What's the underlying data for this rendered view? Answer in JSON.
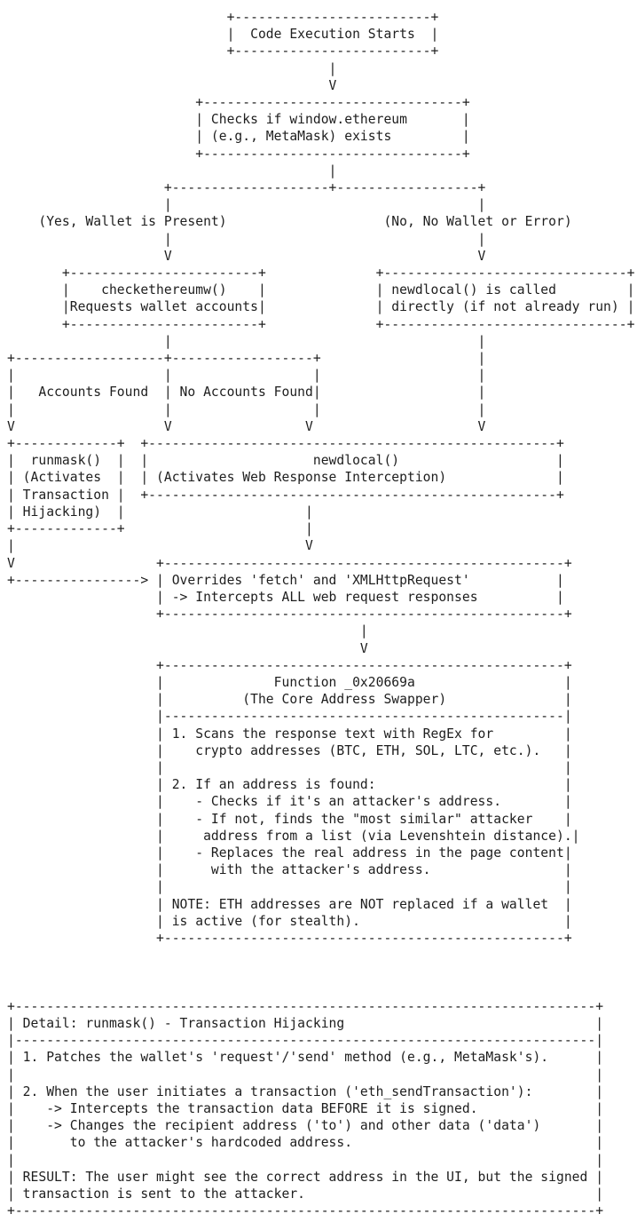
{
  "page": {
    "background_color": "#ffffff",
    "text_color": "#1e1e1e"
  },
  "diagram": {
    "kind": "ascii-flowchart",
    "nodes": {
      "start": "Code Execution Starts",
      "wallet_check": "Checks if window.ethereum (e.g., MetaMask) exists",
      "yes_branch_label": "(Yes, Wallet is Present)",
      "no_branch_label": "(No, No Wallet or Error)",
      "checkethereumw": "checkethereumw() Requests wallet accounts",
      "newdlocal_direct": "newdlocal() is called directly (if not already run)",
      "accounts_found_label": "Accounts Found",
      "no_accounts_found_label": "No Accounts Found",
      "runmask": "runmask() (Activates Transaction Hijacking)",
      "newdlocal": "newdlocal() (Activates Web Response Interception)",
      "overrides": "Overrides 'fetch' and 'XMLHttpRequest' -> Intercepts ALL web request responses",
      "core_swapper": "Function _0x20669a (The Core Address Swapper)",
      "detail_box_title": "Detail: runmask() - Transaction Hijacking"
    },
    "lines": [
      "                            +-------------------------+",
      "                            |  Code Execution Starts  |",
      "                            +-------------------------+",
      "                                         |",
      "                                         V",
      "                        +---------------------------------+",
      "                        | Checks if window.ethereum       |",
      "                        | (e.g., MetaMask) exists         |",
      "                        +---------------------------------+",
      "                                         |",
      "                    +--------------------+------------------+",
      "                    |                                       |",
      "    (Yes, Wallet is Present)                    (No, No Wallet or Error)",
      "                    |                                       |",
      "                    V                                       V",
      "       +------------------------+              +-------------------------------+",
      "       |    checkethereumw()    |              | newdlocal() is called         |",
      "       |Requests wallet accounts|              | directly (if not already run) |",
      "       +------------------------+              +-------------------------------+",
      "                    |                                       |",
      "+-------------------+------------------+                    |",
      "|                   |                  |                    |",
      "|   Accounts Found  | No Accounts Found|                    |",
      "|                   |                  |                    |",
      "V                   V                 V                     V",
      "+-------------+  +----------------------------------------------------+",
      "|  runmask()  |  |                     newdlocal()                    |",
      "| (Activates  |  | (Activates Web Response Interception)              |",
      "| Transaction |  +----------------------------------------------------+",
      "| Hijacking)  |                       |",
      "+-------------+                       |",
      "|                                     V",
      "V                  +---------------------------------------------------+",
      "+----------------> | Overrides 'fetch' and 'XMLHttpRequest'           |",
      "                   | -> Intercepts ALL web request responses          |",
      "                   +---------------------------------------------------+",
      "                                             |",
      "                                             V",
      "                   +---------------------------------------------------+",
      "                   |              Function _0x20669a                   |",
      "                   |          (The Core Address Swapper)               |",
      "                   |---------------------------------------------------|",
      "                   | 1. Scans the response text with RegEx for         |",
      "                   |    crypto addresses (BTC, ETH, SOL, LTC, etc.).   |",
      "                   |                                                   |",
      "                   | 2. If an address is found:                        |",
      "                   |    - Checks if it's an attacker's address.        |",
      "                   |    - If not, finds the \"most similar\" attacker    |",
      "                   |     address from a list (via Levenshtein distance).|",
      "                   |    - Replaces the real address in the page content|",
      "                   |      with the attacker's address.                 |",
      "                   |                                                   |",
      "                   | NOTE: ETH addresses are NOT replaced if a wallet  |",
      "                   | is active (for stealth).                          |",
      "                   +---------------------------------------------------+",
      "",
      "",
      "",
      "+--------------------------------------------------------------------------+",
      "| Detail: runmask() - Transaction Hijacking                                |",
      "|--------------------------------------------------------------------------|",
      "| 1. Patches the wallet's 'request'/'send' method (e.g., MetaMask's).      |",
      "|                                                                          |",
      "| 2. When the user initiates a transaction ('eth_sendTransaction'):        |",
      "|    -> Intercepts the transaction data BEFORE it is signed.               |",
      "|    -> Changes the recipient address ('to') and other data ('data')       |",
      "|       to the attacker's hardcoded address.                               |",
      "|                                                                          |",
      "| RESULT: The user might see the correct address in the UI, but the signed |",
      "| transaction is sent to the attacker.                                     |",
      "+--------------------------------------------------------------------------+"
    ]
  }
}
